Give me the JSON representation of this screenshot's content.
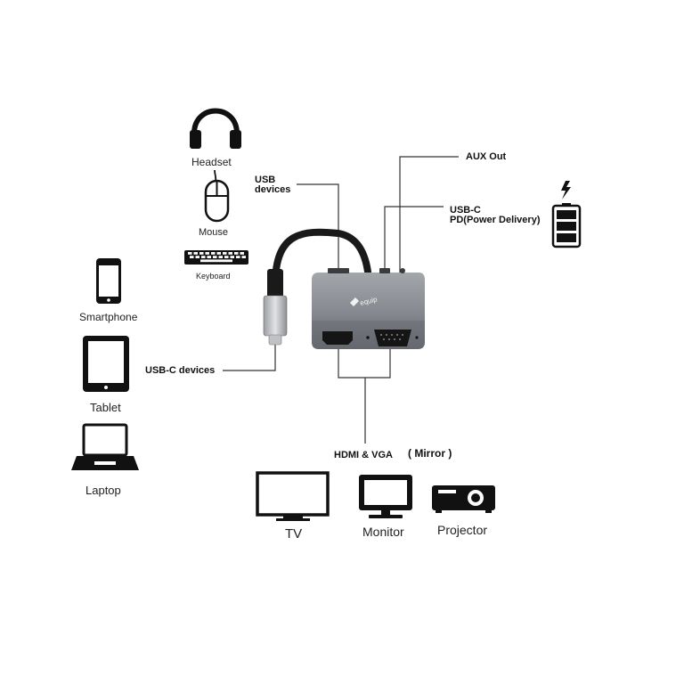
{
  "labels": {
    "headset": "Headset",
    "mouse": "Mouse",
    "keyboard": "Keyboard",
    "smartphone": "Smartphone",
    "tablet": "Tablet",
    "laptop": "Laptop",
    "usb_devices_1": "USB",
    "usb_devices_2": "devices",
    "usb_c_devices": "USB-C devices",
    "aux_out": "AUX  Out",
    "usb_c_pd_1": "USB-C",
    "usb_c_pd_2": "PD(Power Delivery)",
    "hdmi_vga": "HDMI &  VGA",
    "mirror": "( Mirror )",
    "tv": "TV",
    "monitor": "Monitor",
    "projector": "Projector"
  },
  "adapter": {
    "brand": "equip"
  },
  "colors": {
    "line": "#333333",
    "icon": "#111111",
    "adapter_body": "#8a8d92",
    "adapter_dark": "#5d6066",
    "cable": "#1a1a1a"
  }
}
